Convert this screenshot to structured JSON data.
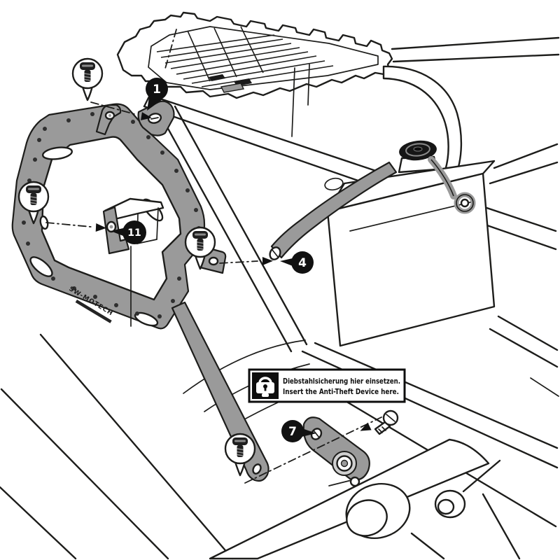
{
  "diagram": {
    "type": "assembly-instruction-line-art",
    "subject": "Motorcycle rear frame with side carrier mounting points",
    "callouts": [
      {
        "number": "1"
      },
      {
        "number": "11"
      },
      {
        "number": "4"
      },
      {
        "number": "7"
      }
    ],
    "note_label": {
      "line1_de": "Diebstahlsicherung hier einsetzen.",
      "line2_en": "Insert the Anti-Theft Device here.",
      "icon": "padlock-icon"
    },
    "carrier": {
      "brand_text": "SW-MOTECH"
    },
    "fasteners": {
      "balloon_screw_count": 4,
      "loose_screw_count": 1
    },
    "colors": {
      "line": "#1d1d1b",
      "part_gray": "#9a9a9a",
      "part_gray_dark": "#7d7d7d",
      "black": "#111111",
      "white": "#ffffff"
    }
  }
}
